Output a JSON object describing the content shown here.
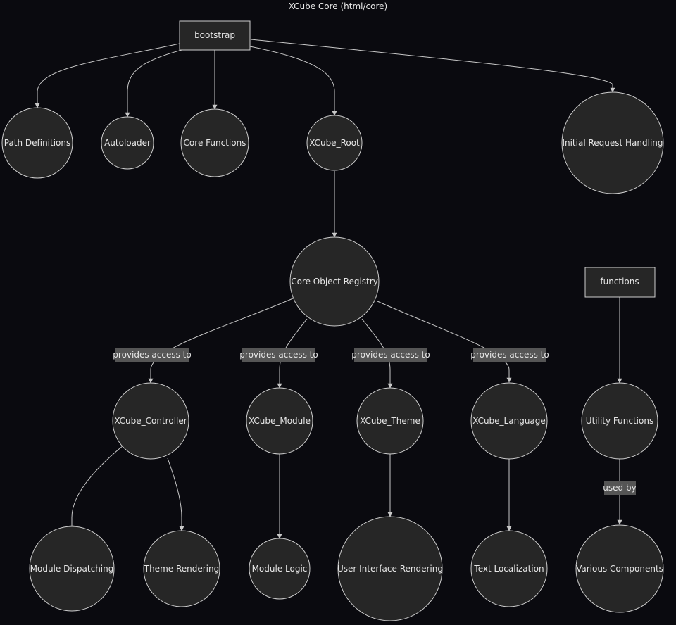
{
  "title": "XCube Core (html/core)",
  "nodes": {
    "bootstrap": "bootstrap",
    "path_definitions": "Path Definitions",
    "autoloader": "Autoloader",
    "core_functions": "Core Functions",
    "xcube_root": "XCube_Root",
    "initial_request_handling": "Initial Request Handling",
    "core_object_registry": "Core Object Registry",
    "functions": "functions",
    "xcube_controller": "XCube_Controller",
    "xcube_module": "XCube_Module",
    "xcube_theme": "XCube_Theme",
    "xcube_language": "XCube_Language",
    "utility_functions": "Utility Functions",
    "module_dispatching": "Module Dispatching",
    "theme_rendering": "Theme Rendering",
    "module_logic": "Module Logic",
    "user_interface_rendering": "User Interface Rendering",
    "text_localization": "Text Localization",
    "various_components": "Various Components"
  },
  "edge_labels": {
    "controller": "provides access to",
    "module": "provides access to",
    "theme": "provides access to",
    "language": "provides access to",
    "used_by": "used by"
  },
  "colors": {
    "background": "#0a0a0f",
    "node_fill": "#262626",
    "node_stroke": "#cfcfcf",
    "edge": "#c8c8c8",
    "label_bg": "#555555",
    "text": "#e6e6e6"
  }
}
